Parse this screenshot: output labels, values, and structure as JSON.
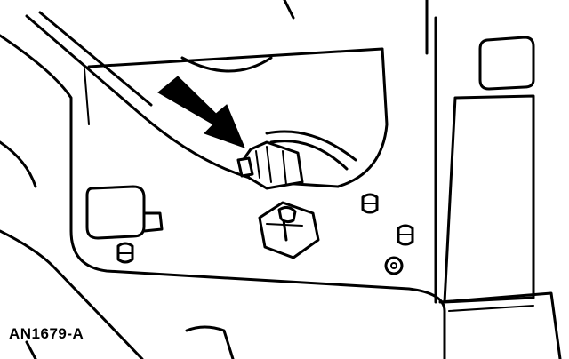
{
  "figure": {
    "label": "AN1679-A"
  },
  "parts": [
    {
      "name": "electrical-connector",
      "icon": "connector-icon"
    },
    {
      "name": "locator-arrow",
      "icon": "arrow-icon"
    }
  ],
  "colors": {
    "ink": "#000000",
    "paper": "#ffffff"
  }
}
